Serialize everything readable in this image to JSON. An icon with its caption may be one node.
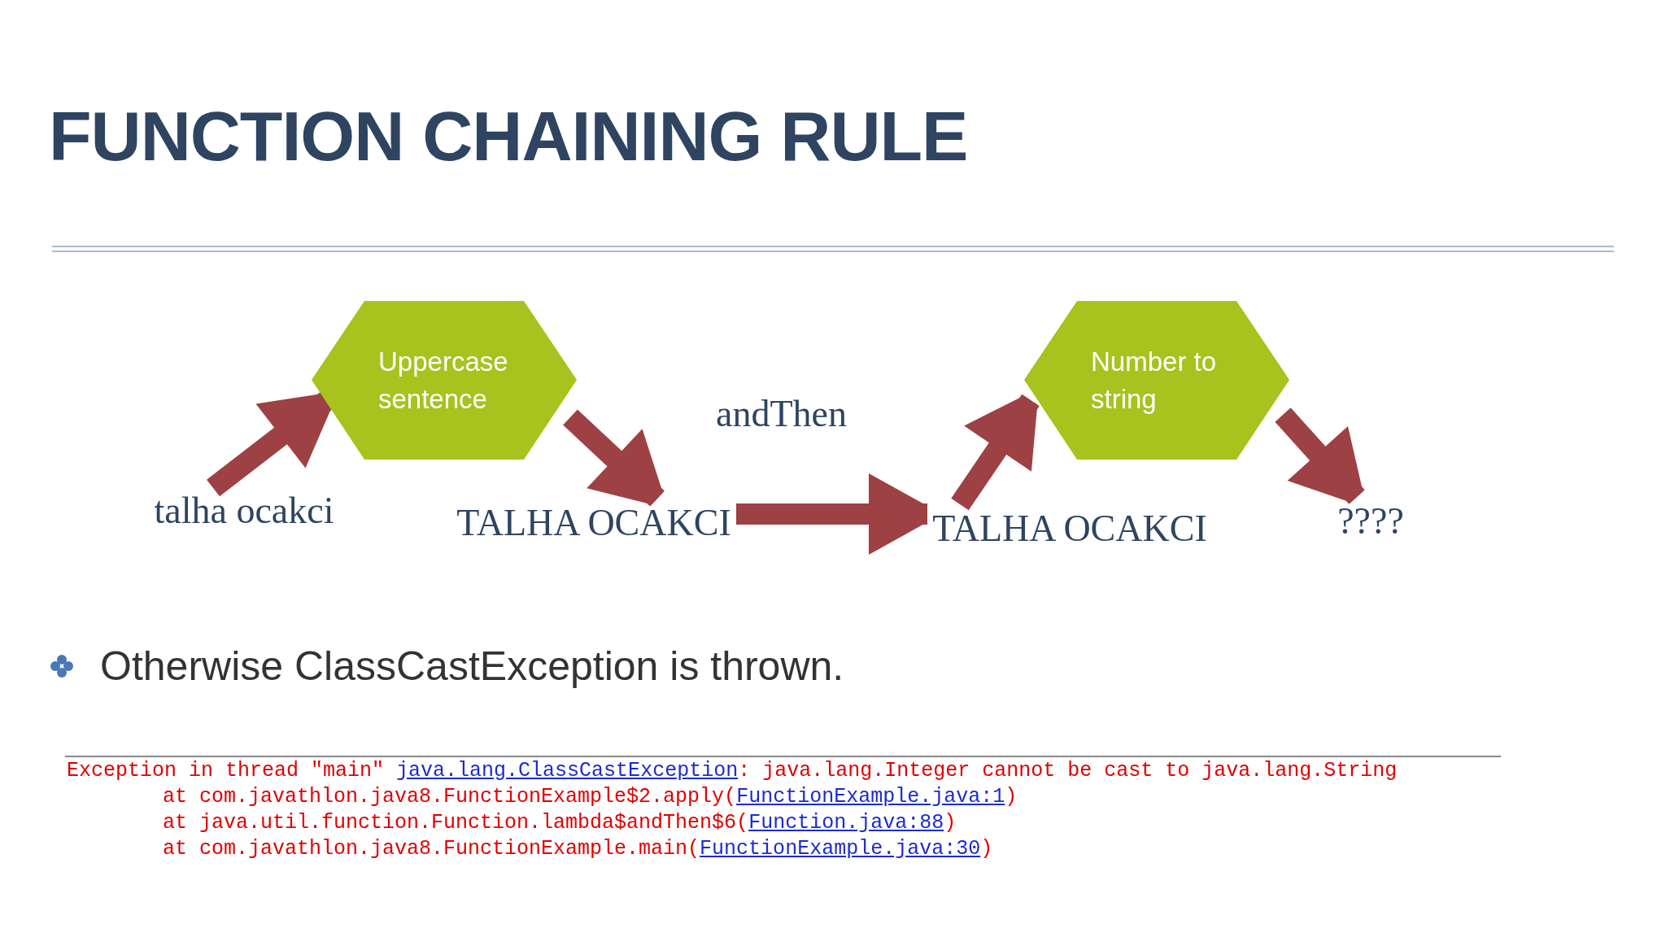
{
  "diagram": {
    "title": "FUNCTION CHAINING RULE",
    "nodes": [
      {
        "text": [
          "talha ocakci"
        ]
      },
      {
        "text": [
          "Uppercase sentence"
        ]
      },
      {
        "text": [
          "TALHA OCAKCI"
        ]
      },
      {
        "text": [
          "TALHA OCAKCI"
        ]
      },
      {
        "text": [
          "Number to string"
        ]
      },
      {
        "text": [
          "????"
        ]
      }
    ],
    "edges": [
      {
        "from": 0,
        "to": 1,
        "arrow": "to"
      },
      {
        "from": 1,
        "to": 2,
        "arrow": "to"
      },
      {
        "from": 2,
        "to": 3,
        "arrow": "to",
        "label": "andThen"
      },
      {
        "from": 3,
        "to": 4,
        "arrow": "to"
      },
      {
        "from": 4,
        "to": 5,
        "arrow": "to"
      }
    ],
    "labels": [
      "Otherwise ClassCastException is thrown.",
      "Exception in thread \"main\"",
      "java.lang.ClassCastException",
      ": java.lang.Integer cannot be cast to java.lang.String",
      "at com.javathlon.java8.FunctionExample$2.apply(",
      "FunctionExample.java:1",
      ")",
      "at java.util.function.Function.lambda$andThen$6(",
      "Function.java:88",
      ")",
      "at com.javathlon.java8.FunctionExample.main(",
      "FunctionExample.java:30",
      ")"
    ]
  }
}
